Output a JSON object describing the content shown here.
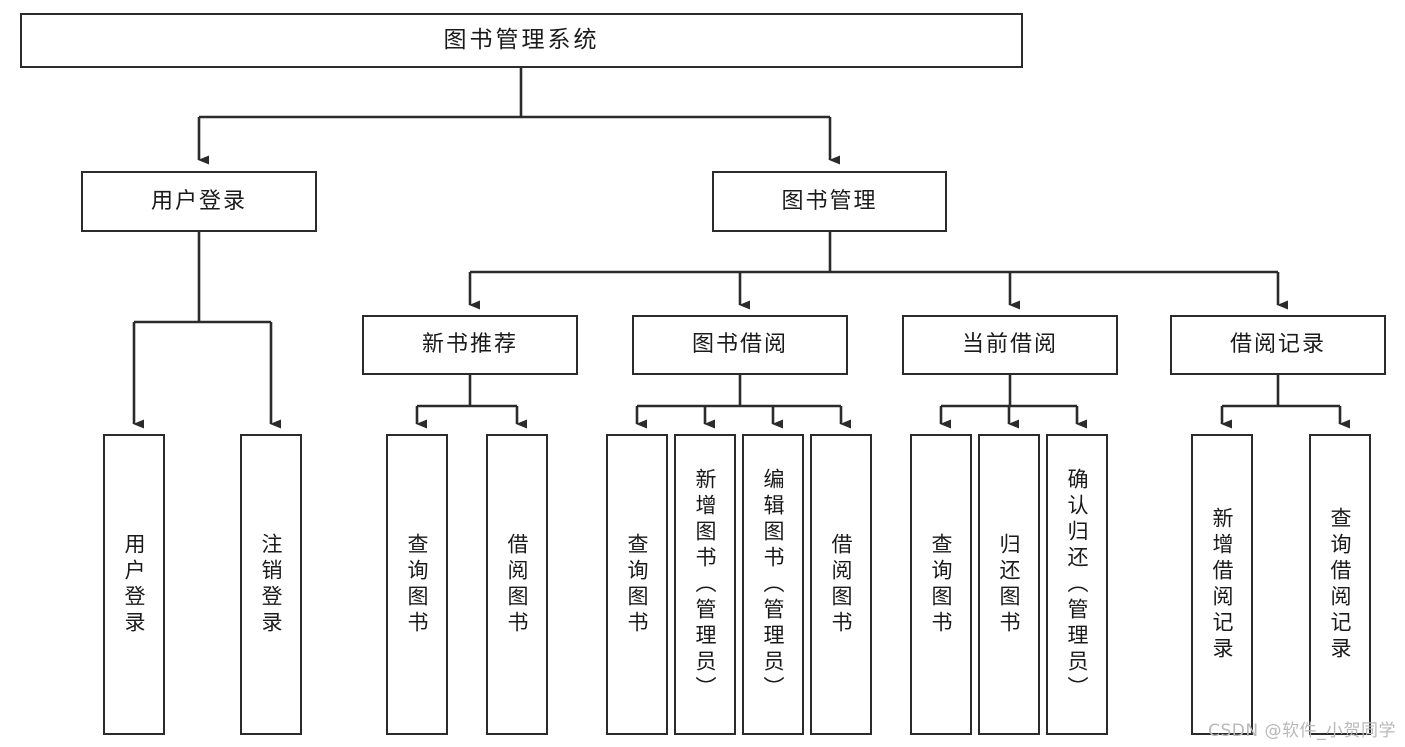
{
  "diagram": {
    "type": "tree-hierarchy",
    "title": "图书管理系统",
    "orientation": "top-down",
    "colors": {
      "node_border": "#2b2b2b",
      "node_fill": "#ffffff",
      "edge": "#2b2b2b",
      "text": "#1a1a1a",
      "watermark": "#b9b9b9",
      "background": "#ffffff"
    },
    "nodes": {
      "root": {
        "label": "图书管理系统"
      },
      "level2": [
        {
          "id": "user-login",
          "label": "用户登录"
        },
        {
          "id": "book-management",
          "label": "图书管理"
        }
      ],
      "level3": [
        {
          "id": "new-book-recommend",
          "label": "新书推荐"
        },
        {
          "id": "book-borrow",
          "label": "图书借阅"
        },
        {
          "id": "current-borrow",
          "label": "当前借阅"
        },
        {
          "id": "borrow-record",
          "label": "借阅记录"
        }
      ],
      "leaves": {
        "user-login": [
          {
            "id": "leaf-user-login",
            "label": "用户登录"
          },
          {
            "id": "leaf-user-logout",
            "label": "注销登录"
          }
        ],
        "new-book-recommend": [
          {
            "id": "leaf-query-book-1",
            "label": "查询图书"
          },
          {
            "id": "leaf-borrow-book-1",
            "label": "借阅图书"
          }
        ],
        "book-borrow": [
          {
            "id": "leaf-query-book-2",
            "label": "查询图书"
          },
          {
            "id": "leaf-add-book",
            "label": "新增图书（管理员）"
          },
          {
            "id": "leaf-edit-book",
            "label": "编辑图书（管理员）"
          },
          {
            "id": "leaf-borrow-book-2",
            "label": "借阅图书"
          }
        ],
        "current-borrow": [
          {
            "id": "leaf-query-book-3",
            "label": "查询图书"
          },
          {
            "id": "leaf-return-book",
            "label": "归还图书"
          },
          {
            "id": "leaf-confirm-return",
            "label": "确认归还（管理员）"
          }
        ],
        "borrow-record": [
          {
            "id": "leaf-add-record",
            "label": "新增借阅记录"
          },
          {
            "id": "leaf-query-record",
            "label": "查询借阅记录"
          }
        ]
      }
    },
    "watermark": "CSDN @软件_小贺同学"
  }
}
